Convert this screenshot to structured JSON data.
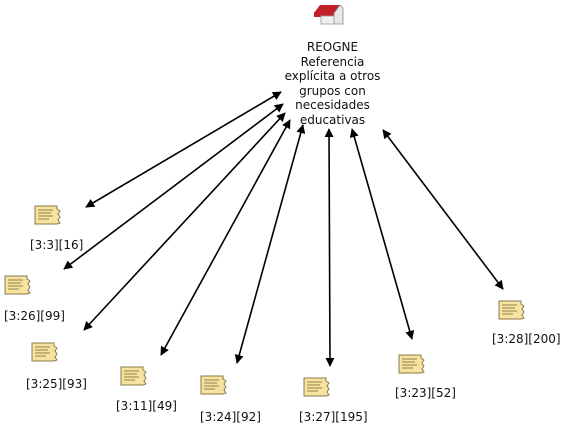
{
  "center": {
    "title": "REOGNE",
    "lines": [
      "Referencia",
      "explícita a otros",
      "grupos  con",
      "necesidades",
      "educativas"
    ],
    "icon": "code-icon"
  },
  "quotations": [
    {
      "label": "[3:3][16]",
      "icon": "quotation-icon"
    },
    {
      "label": "[3:26][99]",
      "icon": "quotation-icon"
    },
    {
      "label": "[3:25][93]",
      "icon": "quotation-icon"
    },
    {
      "label": "[3:11][49]",
      "icon": "quotation-icon"
    },
    {
      "label": "[3:24][92]",
      "icon": "quotation-icon"
    },
    {
      "label": "[3:27][195]",
      "icon": "quotation-icon"
    },
    {
      "label": "[3:23][52]",
      "icon": "quotation-icon"
    },
    {
      "label": "[3:28][200]",
      "icon": "quotation-icon"
    }
  ],
  "colors": {
    "edge": "#000000",
    "code_icon": "#c0202a",
    "quote_fill": "#f6e3a0",
    "quote_stroke": "#8a7a4a"
  }
}
